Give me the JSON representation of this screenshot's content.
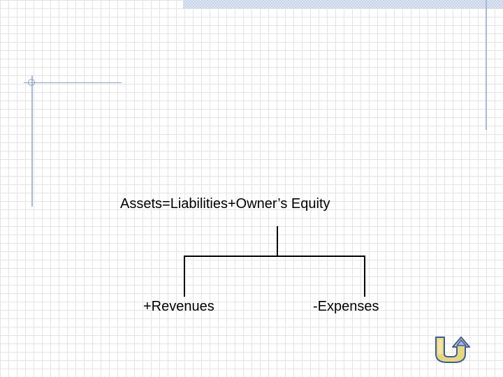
{
  "diagram": {
    "equation": "Assets=Liabilities+Owner’s Equity",
    "branches": [
      {
        "label": "+Revenues"
      },
      {
        "label": "-Expenses"
      }
    ]
  },
  "navigation": {
    "return_icon": "u-turn-arrow-icon"
  },
  "colors": {
    "grid": "#e3e3e3",
    "accent_rule": "#a9b7d3",
    "top_band": "#c7d3e6",
    "arrow_fill": "#e8d77a",
    "arrow_outline": "#3b5aa8"
  }
}
